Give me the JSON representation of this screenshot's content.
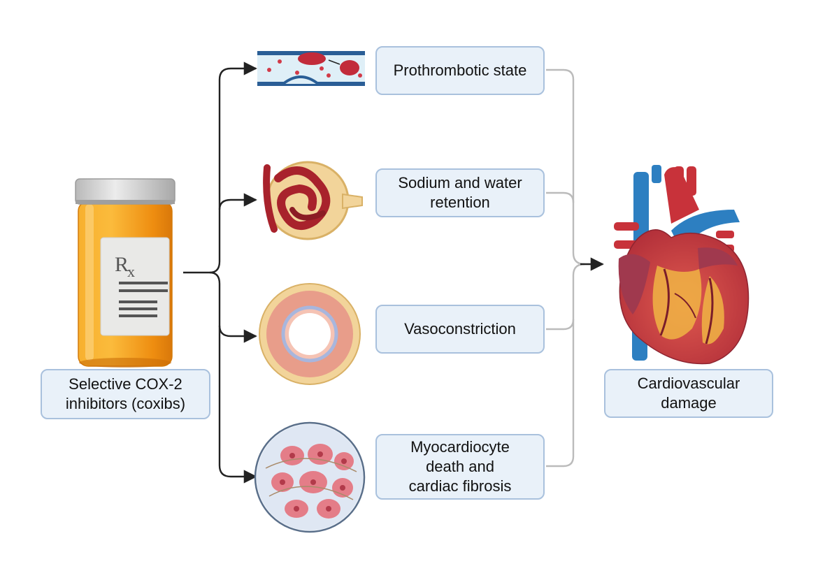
{
  "drug": {
    "label": "Selective COX-2\ninhibitors (coxibs)",
    "prescription_mark": "R",
    "prescription_sub": "x"
  },
  "effects": [
    {
      "id": "prothrombotic",
      "label": "Prothrombotic state",
      "icon": "blood-vessel-thrombus-icon"
    },
    {
      "id": "sodium",
      "label": "Sodium and water\nretention",
      "icon": "kidney-glomerulus-icon"
    },
    {
      "id": "vasoconstriction",
      "label": "Vasoconstriction",
      "icon": "artery-cross-section-icon"
    },
    {
      "id": "myocardiocyte",
      "label": "Myocardiocyte\ndeath and\ncardiac fibrosis",
      "icon": "cardiac-tissue-icon"
    }
  ],
  "outcome": {
    "label": "Cardiovascular\ndamage",
    "icon": "heart-icon"
  },
  "colors": {
    "box_fill": "#e9f1f9",
    "box_border": "#a9c1dd",
    "arrow": "#222222",
    "connector": "#bbbbbb",
    "bottle": "#f59a16",
    "vein": "#2d7fc1",
    "artery": "#c8323a"
  }
}
